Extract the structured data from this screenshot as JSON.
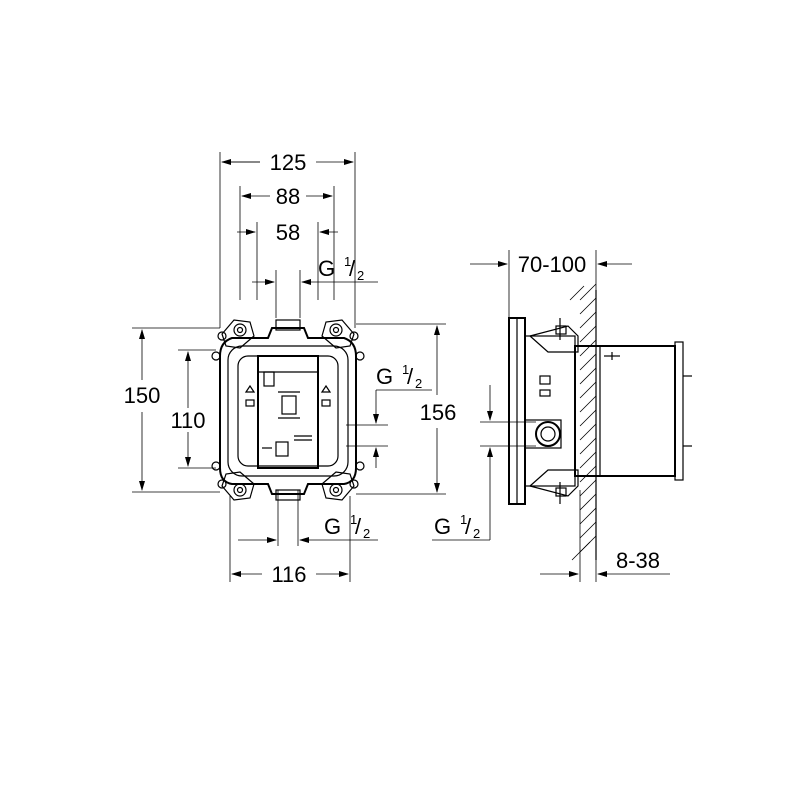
{
  "front_view": {
    "width_overall": "125",
    "width_middle": "88",
    "width_inner": "58",
    "height_overall": "150",
    "height_inner": "110",
    "height_right": "156",
    "width_bottom": "116",
    "thread_top": {
      "main": "G",
      "num": "1",
      "den": "2"
    },
    "thread_right": {
      "main": "G",
      "num": "1",
      "den": "2"
    },
    "thread_bottom": {
      "main": "G",
      "num": "1",
      "den": "2"
    }
  },
  "side_view": {
    "depth_range": "70-100",
    "wall_range": "8-38",
    "thread_side": {
      "main": "G",
      "num": "1",
      "den": "2"
    }
  }
}
